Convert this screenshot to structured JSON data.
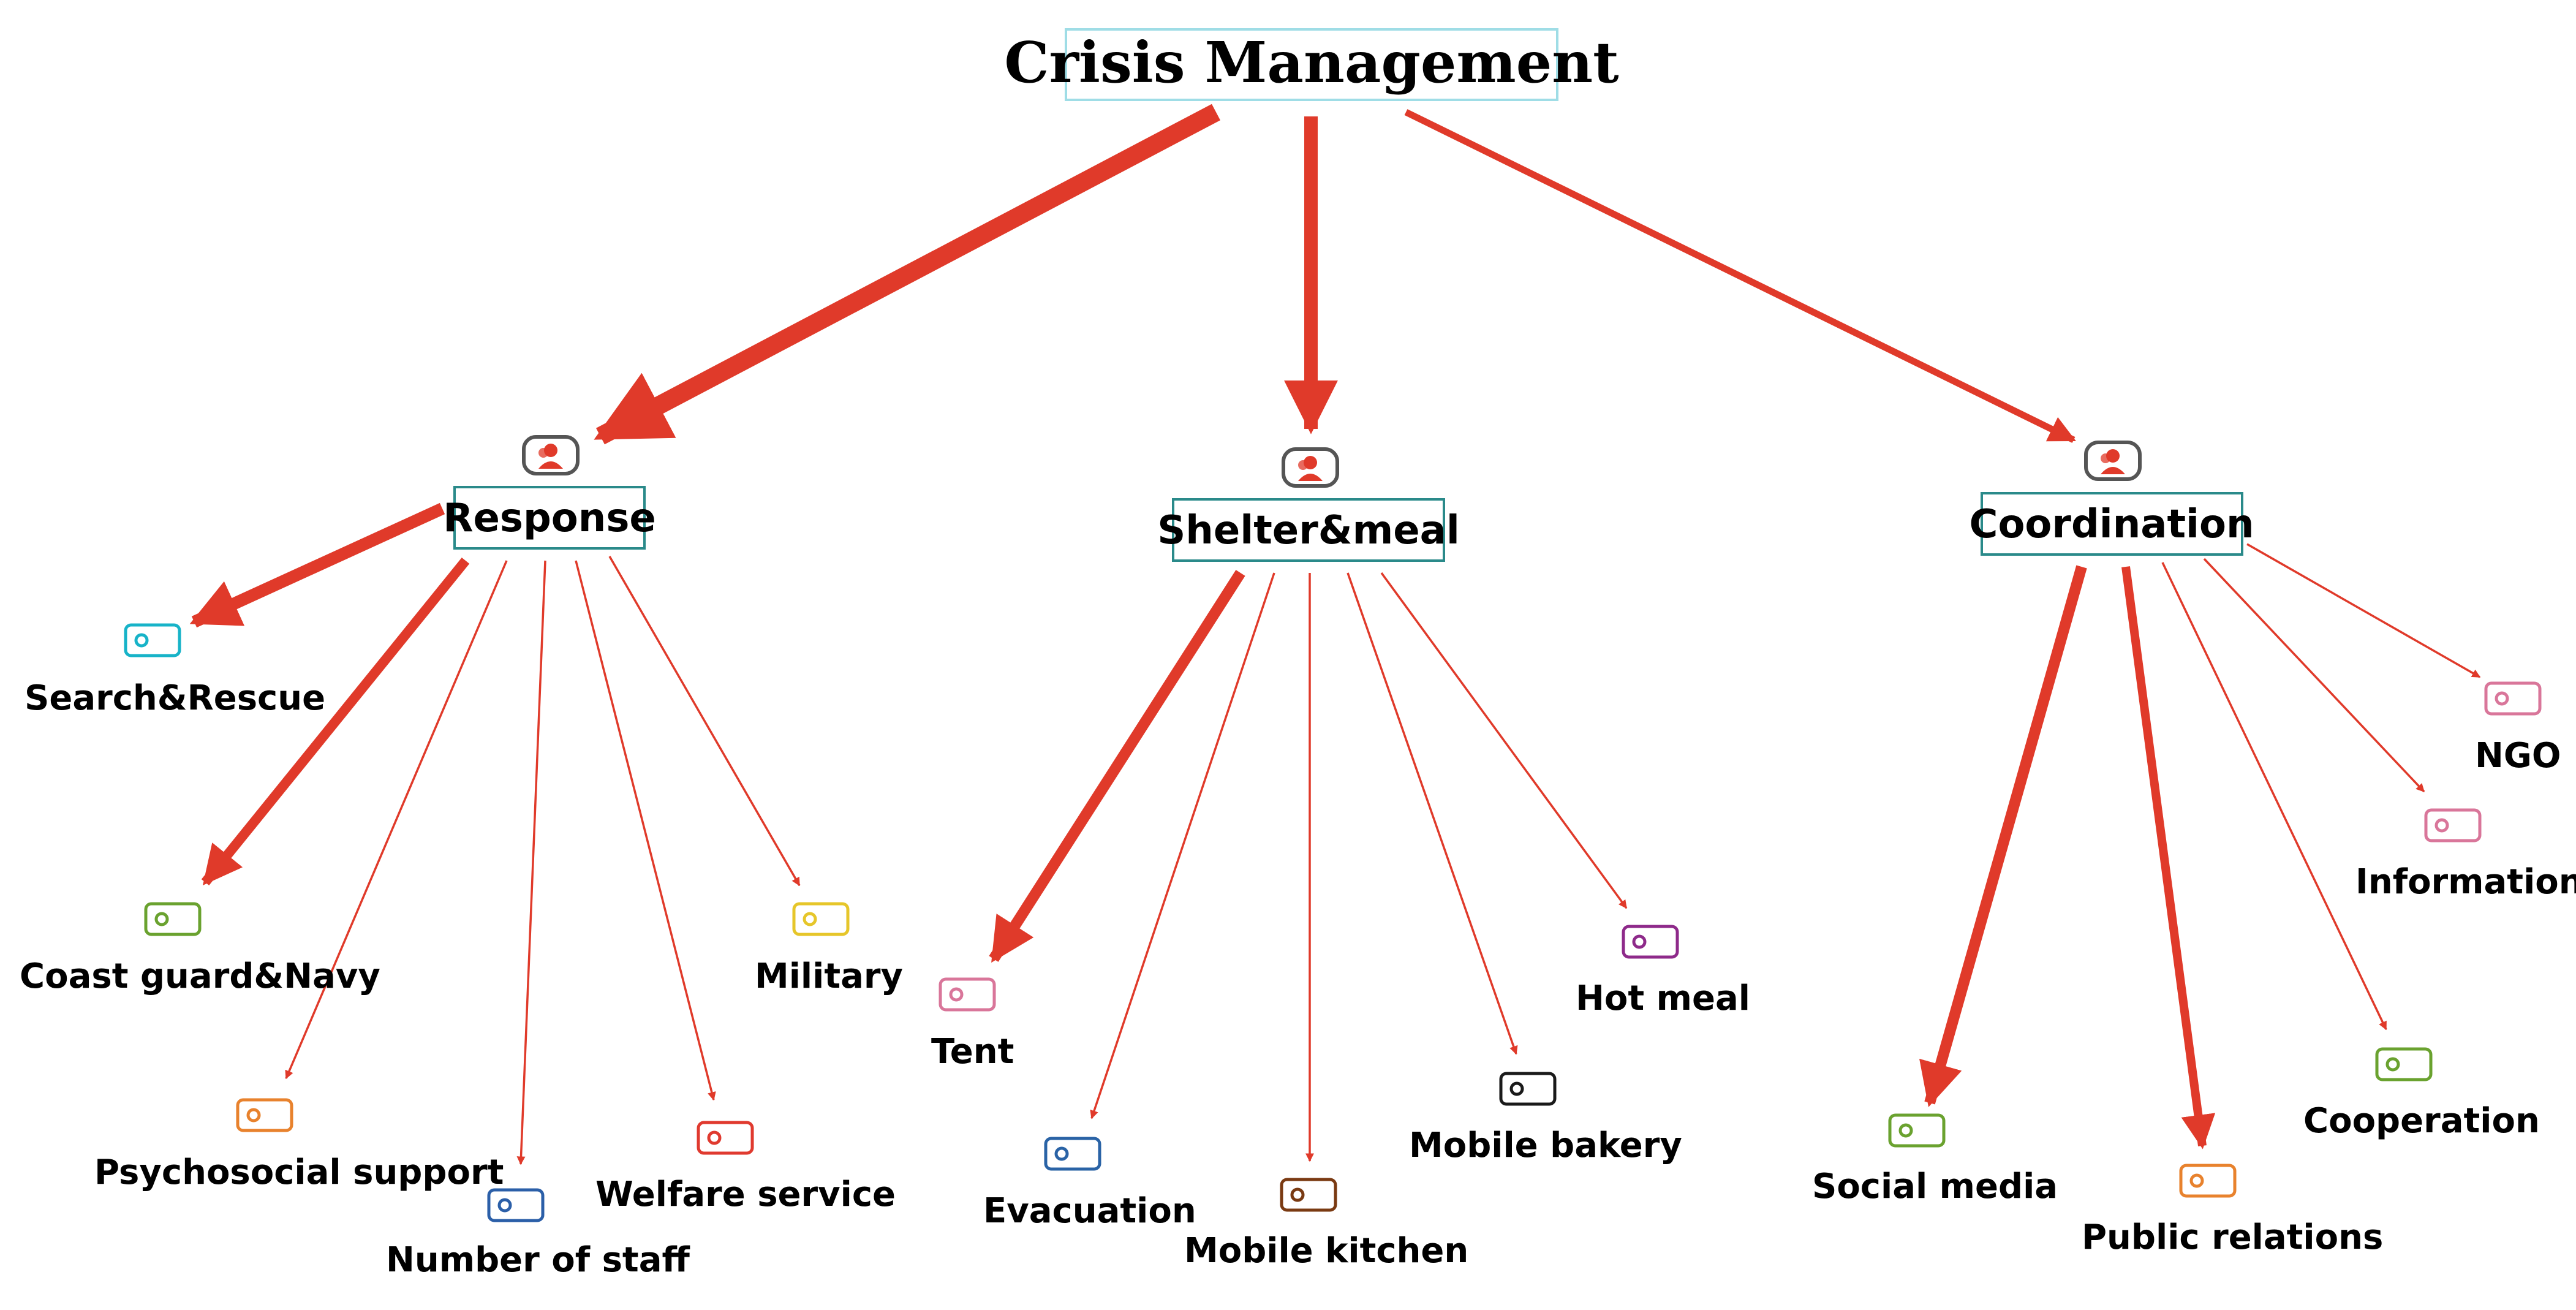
{
  "root": {
    "label": "Crisis Management"
  },
  "categories": [
    {
      "id": "response",
      "label": "Response"
    },
    {
      "id": "shelter",
      "label": "Shelter&meal"
    },
    {
      "id": "coordination",
      "label": "Coordination"
    }
  ],
  "leaves": [
    {
      "id": "search-rescue",
      "label": "Search&Rescue",
      "parent": "response",
      "color": "#17b3c8"
    },
    {
      "id": "coast-guard-navy",
      "label": "Coast guard&Navy",
      "parent": "response",
      "color": "#6aa22f"
    },
    {
      "id": "psychosocial-support",
      "label": "Psychosocial support",
      "parent": "response",
      "color": "#e8822d"
    },
    {
      "id": "number-of-staff",
      "label": "Number of staff",
      "parent": "response",
      "color": "#2b5fa8"
    },
    {
      "id": "welfare-service",
      "label": "Welfare service",
      "parent": "response",
      "color": "#e03a2f"
    },
    {
      "id": "military",
      "label": "Military",
      "parent": "response",
      "color": "#e6c62a"
    },
    {
      "id": "tent",
      "label": "Tent",
      "parent": "shelter",
      "color": "#d9769a"
    },
    {
      "id": "evacuation",
      "label": "Evacuation",
      "parent": "shelter",
      "color": "#2a63a6"
    },
    {
      "id": "mobile-kitchen",
      "label": "Mobile kitchen",
      "parent": "shelter",
      "color": "#7a3a12"
    },
    {
      "id": "mobile-bakery",
      "label": "Mobile bakery",
      "parent": "shelter",
      "color": "#1a1a1a"
    },
    {
      "id": "hot-meal",
      "label": "Hot meal",
      "parent": "shelter",
      "color": "#8e2a8a"
    },
    {
      "id": "social-media",
      "label": "Social media",
      "parent": "coordination",
      "color": "#6aa22f"
    },
    {
      "id": "public-relations",
      "label": "Public relations",
      "parent": "coordination",
      "color": "#e8822d"
    },
    {
      "id": "cooperation",
      "label": "Cooperation",
      "parent": "coordination",
      "color": "#6aa22f"
    },
    {
      "id": "information",
      "label": "Information",
      "parent": "coordination",
      "color": "#d9769a"
    },
    {
      "id": "ngo",
      "label": "NGO",
      "parent": "coordination",
      "color": "#d9769a"
    }
  ],
  "colors": {
    "arrow": "#e03a2a",
    "root_border": "#9fdde6",
    "category_border": "#2a8a8a",
    "person_icon": "#e03a2a",
    "person_icon_frame": "#555555"
  }
}
